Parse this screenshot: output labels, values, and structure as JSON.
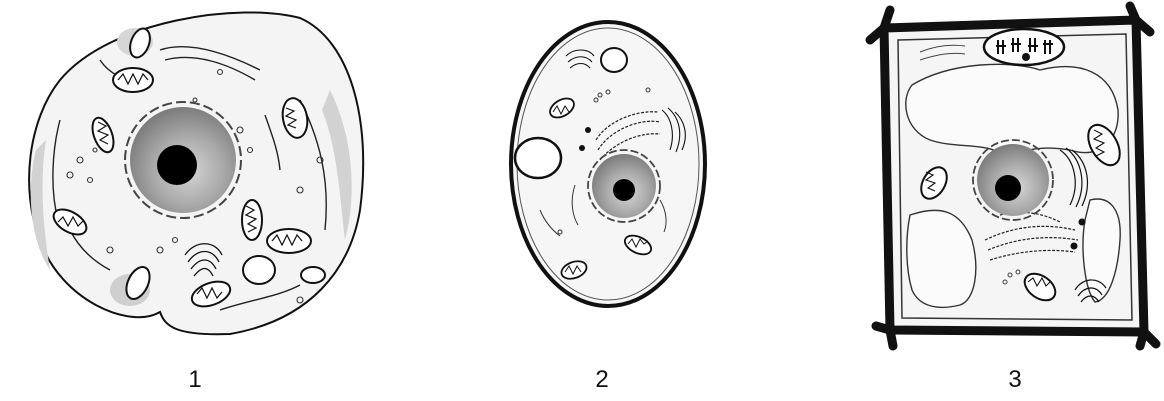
{
  "figure": {
    "cells": [
      {
        "id": "1",
        "label": "1",
        "type": "animal cell"
      },
      {
        "id": "2",
        "label": "2",
        "type": "oval cell"
      },
      {
        "id": "3",
        "label": "3",
        "type": "plant cell"
      }
    ]
  },
  "colors": {
    "outline": "#111111",
    "cytoplasm": "#f3f3f3",
    "shading": "#cfcfcf",
    "nucleus_outer": "#8a8a8a",
    "nucleus_inner": "#c8c8c8",
    "nucleolus": "#000000",
    "cell_wall": "#111111",
    "background": "#ffffff"
  }
}
